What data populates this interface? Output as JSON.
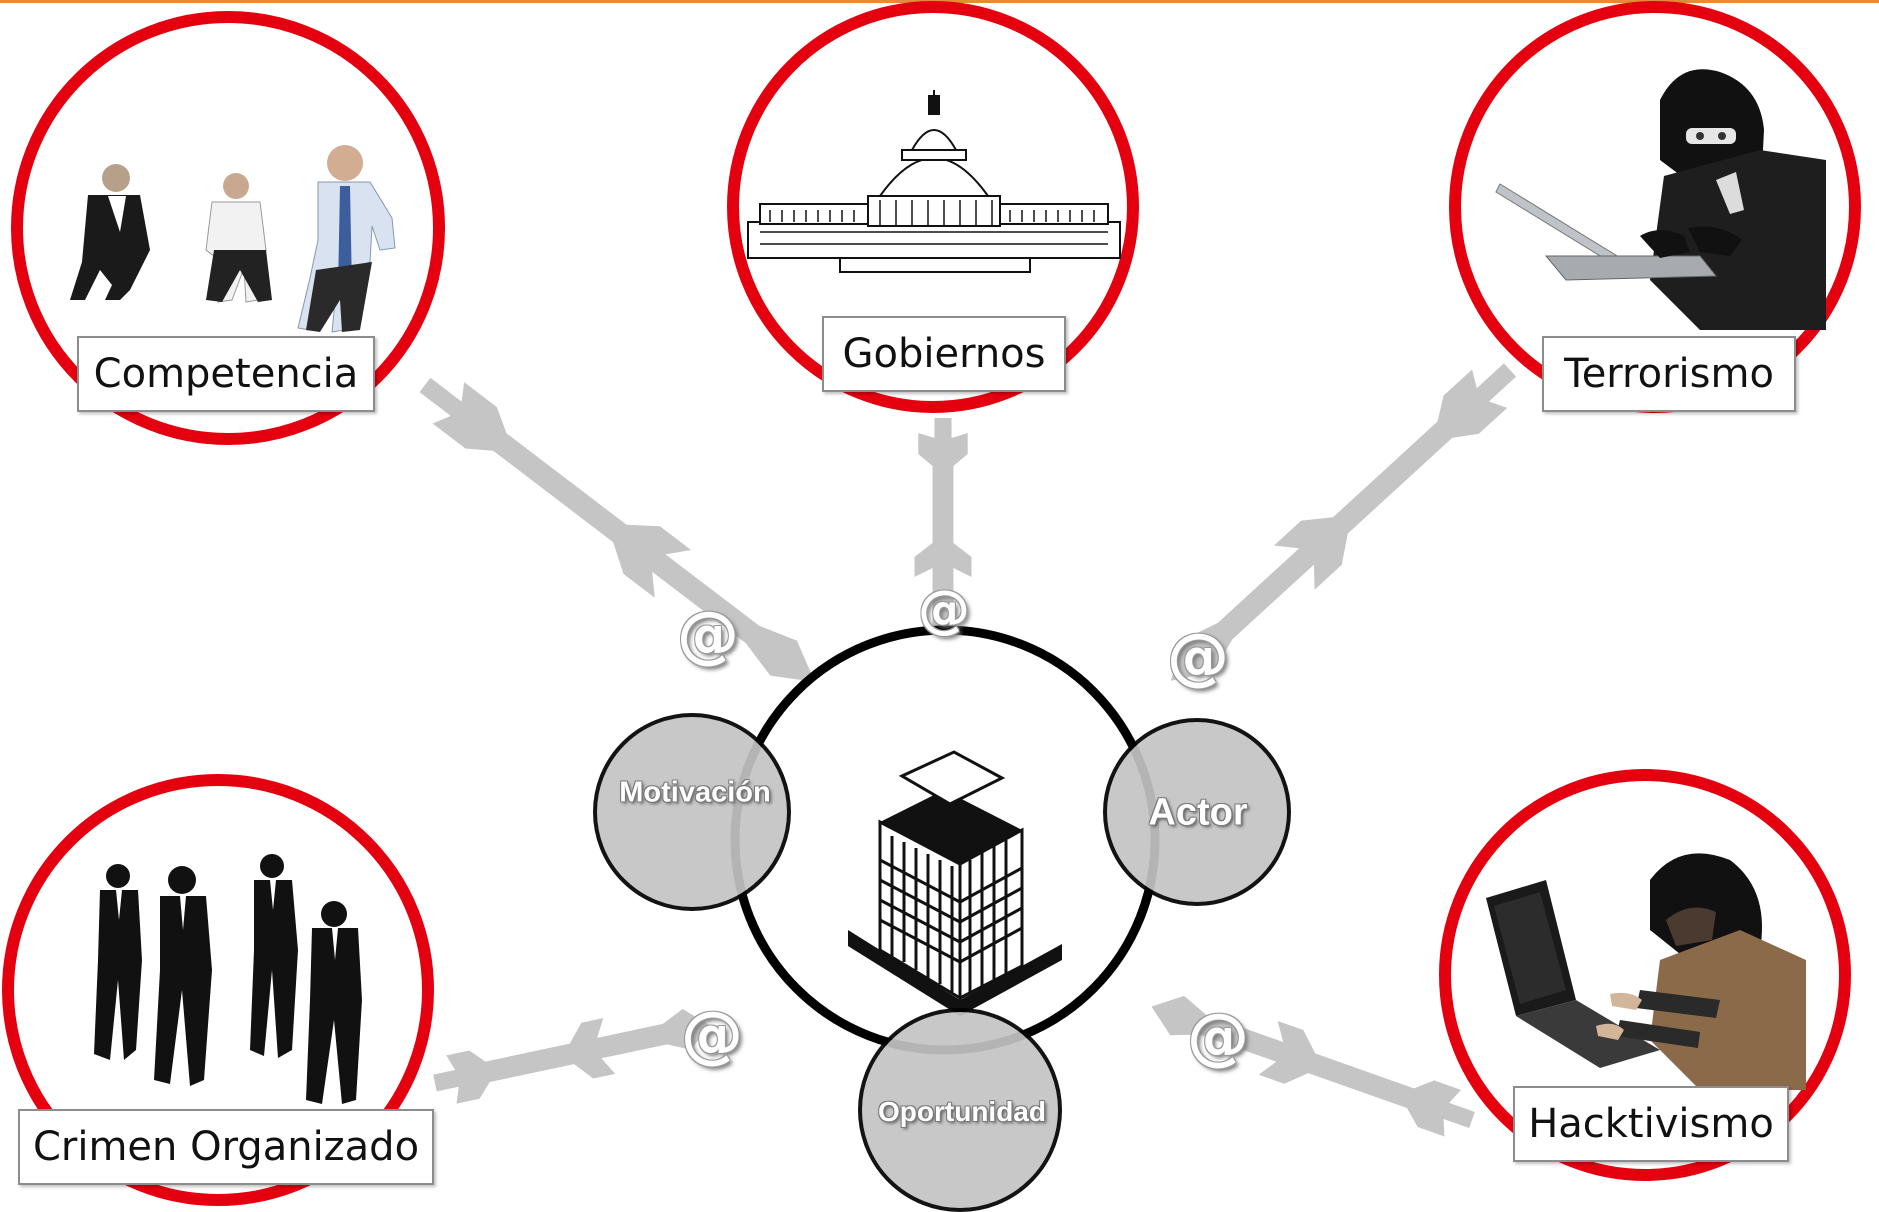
{
  "colors": {
    "top_rule": "#e58a3a",
    "actor_ring": "#e4000f",
    "missile": "#c2c2c2",
    "factor_fill": "#c4c4c4",
    "target_ring": "#000000"
  },
  "actors": [
    {
      "id": "competencia",
      "label": "Competencia",
      "icon": "runners-at-start-icon"
    },
    {
      "id": "gobiernos",
      "label": "Gobiernos",
      "icon": "capitol-building-icon"
    },
    {
      "id": "terrorismo",
      "label": "Terrorismo",
      "icon": "masked-hacker-laptop-icon"
    },
    {
      "id": "crimen",
      "label": "Crimen Organizado",
      "icon": "suited-gang-icon"
    },
    {
      "id": "hacktivismo",
      "label": "Hacktivismo",
      "icon": "hooded-hacker-laptop-icon"
    }
  ],
  "target": {
    "icon": "office-tower-icon",
    "factors": {
      "motivacion": "Motivación",
      "actor": "Actor",
      "oportunidad": "Oportunidad"
    }
  },
  "attack_symbol": "@"
}
